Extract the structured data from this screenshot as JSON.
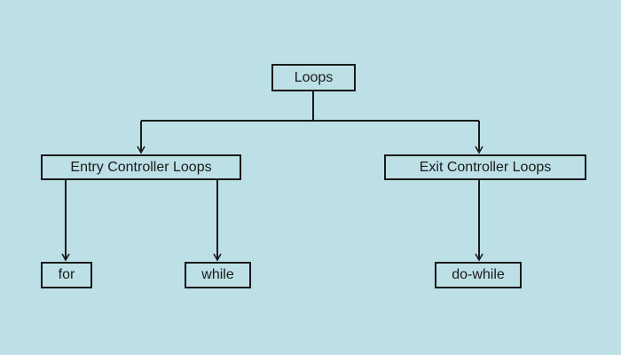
{
  "diagram": {
    "nodes": {
      "root": "Loops",
      "entry": "Entry Controller Loops",
      "exit": "Exit Controller Loops",
      "for": "for",
      "while": "while",
      "dowhile": "do-while"
    },
    "colors": {
      "background": "#bde0e6",
      "line": "#1a1a1a"
    }
  }
}
